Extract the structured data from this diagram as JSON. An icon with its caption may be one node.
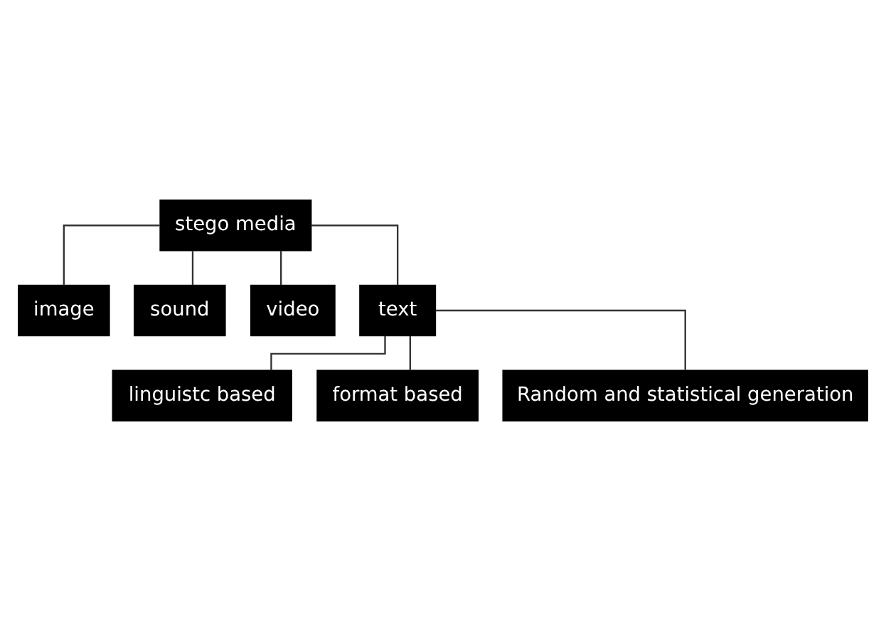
{
  "diagram": {
    "nodes": [
      {
        "text": [
          "stego media"
        ]
      },
      {
        "text": [
          "image"
        ]
      },
      {
        "text": [
          "sound"
        ]
      },
      {
        "text": [
          "video"
        ]
      },
      {
        "text": [
          "text"
        ]
      },
      {
        "text": [
          "linguistc based"
        ]
      },
      {
        "text": [
          "format based"
        ]
      },
      {
        "text": [
          "Random and statistical generation"
        ]
      }
    ],
    "edges": [
      {
        "from": 0,
        "to": 1,
        "arrow": "none"
      },
      {
        "from": 0,
        "to": 2,
        "arrow": "none"
      },
      {
        "from": 0,
        "to": 3,
        "arrow": "none"
      },
      {
        "from": 0,
        "to": 4,
        "arrow": "none"
      },
      {
        "from": 4,
        "to": 5,
        "arrow": "none"
      },
      {
        "from": 4,
        "to": 6,
        "arrow": "none"
      },
      {
        "from": 4,
        "to": 7,
        "arrow": "none"
      }
    ]
  }
}
